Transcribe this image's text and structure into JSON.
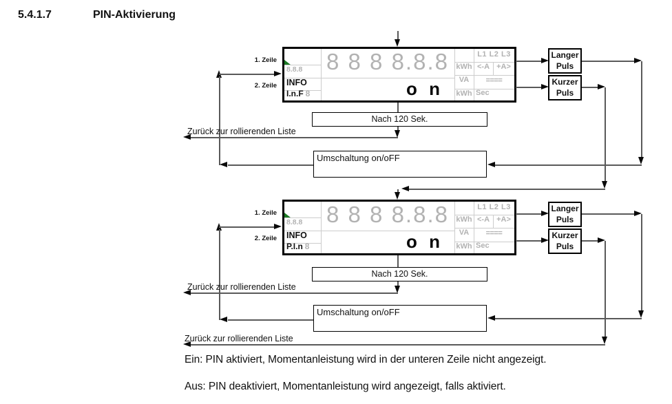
{
  "heading": {
    "number": "5.4.1.7",
    "title": "PIN-Aktivierung"
  },
  "flow": {
    "line1_label": "1. Zeile",
    "line2_label": "2. Zeile",
    "nach_label": "Nach 120 Sek.",
    "umschaltung_label": "Umschaltung on/oFF",
    "zurueck_label": "Zurück zur rollierenden Liste",
    "langer_top": "Langer",
    "langer_bottom": "Puls",
    "kurzer_top": "Kurzer",
    "kurzer_bottom": "Puls"
  },
  "display1": {
    "marker": "8.8.8",
    "info": "INFO",
    "code": "I.n.F",
    "code_digit": "8",
    "digits": "8 8 8 8.8.8",
    "value": "o n",
    "unit1": "kWh",
    "unit2": "VA",
    "unit3": "kWh",
    "phases": "L1 L2 L3",
    "minus_a": "<-A",
    "plus_a": "+A>",
    "equals": "====",
    "sec": "Sec"
  },
  "display2": {
    "marker": "8.8.8",
    "info": "INFO",
    "code": "P.I.n",
    "code_digit": "8",
    "digits": "8 8 8 8.8.8",
    "value": "o n",
    "unit1": "kWh",
    "unit2": "VA",
    "unit3": "kWh",
    "phases": "L1 L2 L3",
    "minus_a": "<-A",
    "plus_a": "+A>",
    "equals": "====",
    "sec": "Sec"
  },
  "footer": {
    "ein": "Ein: PIN aktiviert, Momentanleistung wird in der unteren Zeile nicht angezeigt.",
    "aus": "Aus: PIN deaktiviert, Momentanleistung wird angezeigt, falls aktiviert."
  },
  "colors": {
    "lcd_gray": "#b2b2b2",
    "grid_gray": "#cccccc",
    "flow_line": "#595959",
    "arrow_black": "#0a0a0a",
    "green_marker": "#1b7a24"
  }
}
